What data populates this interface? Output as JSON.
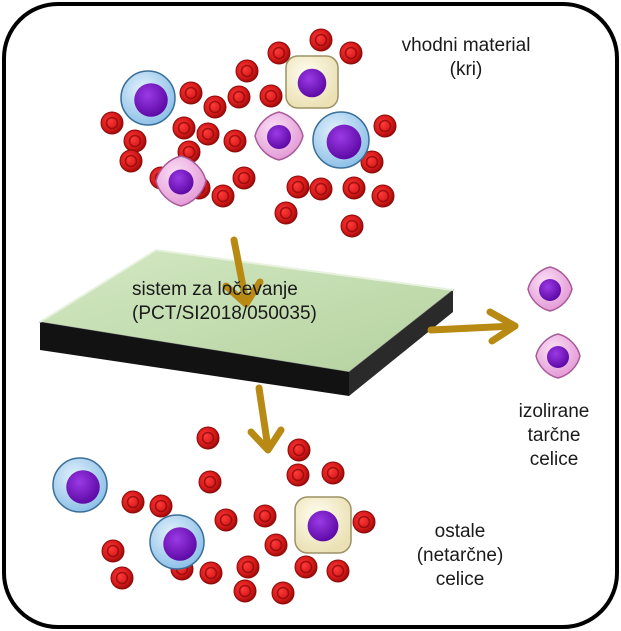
{
  "labels": {
    "input_line1": "vhodni material",
    "input_line2": "(kri)",
    "system_line1": "sistem za ločevanje",
    "system_line2": "(PCT/SI2018/050035)",
    "isolated_line1": "izolirane",
    "isolated_line2": "tarčne",
    "isolated_line3": "celice",
    "other_line1": "ostale",
    "other_line2": "(netarčne)",
    "other_line3": "celice"
  },
  "colors": {
    "red_cell": "#d41818",
    "red_cell_dark": "#8e0a0a",
    "target_cell": "#f0b4e6",
    "blue_cell": "#b0d6f2",
    "yellow_cell": "#f7f1d2",
    "nucleus": "#7a10c8",
    "arrow": "#b88a14",
    "chip_top": "#c6dfb3",
    "chip_side": "#121212",
    "frame": "#000000"
  },
  "icons": {
    "red_cell": "red-blood-cell-icon",
    "target_cell": "target-cell-icon",
    "blue_cell": "white-blood-cell-icon",
    "yellow_cell": "yellow-cell-icon",
    "arrow": "arrow-icon"
  }
}
